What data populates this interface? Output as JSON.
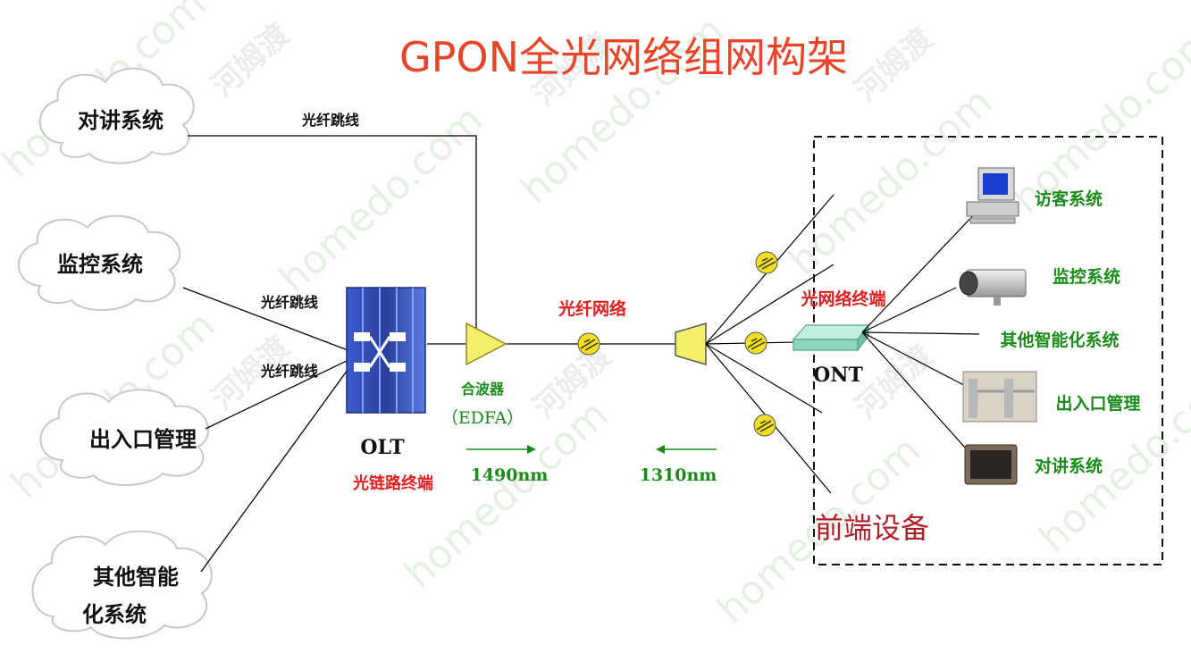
{
  "title": "GPON全光网络组网构架",
  "watermark": {
    "text_a": "homedo.com",
    "text_b": "河姆渡"
  },
  "clouds": [
    {
      "id": "intercom",
      "label": "对讲系统"
    },
    {
      "id": "monitor",
      "label": "监控系统"
    },
    {
      "id": "access",
      "label": "出入口管理"
    },
    {
      "id": "other",
      "label_line1": "其他智能",
      "label_line2": "化系统"
    }
  ],
  "fiber_jumper": "光纤跳线",
  "olt": {
    "name": "OLT",
    "desc": "光链路终端"
  },
  "combiner": {
    "name": "合波器",
    "sub": "（EDFA）"
  },
  "fiber_network": "光纤网络",
  "wavelength_down": "1490nm",
  "wavelength_up": "1310nm",
  "onu": {
    "desc": "光网络终端",
    "name": "ONT"
  },
  "frontend_label": "前端设备",
  "devices": [
    {
      "id": "visitor",
      "label": "访客系统"
    },
    {
      "id": "camera",
      "label": "监控系统"
    },
    {
      "id": "smart",
      "label": "其他智能化系统"
    },
    {
      "id": "gate",
      "label": "出入口管理"
    },
    {
      "id": "intercom-panel",
      "label": "对讲系统"
    }
  ],
  "colors": {
    "title": "#e8442a",
    "red_label": "#e02020",
    "green_label": "#1a8a1a",
    "line": "#000000",
    "olt_blue": "#2f4fb5",
    "combiner_yellow": "#f4ef6a",
    "connector_yellow": "#f0e020"
  }
}
